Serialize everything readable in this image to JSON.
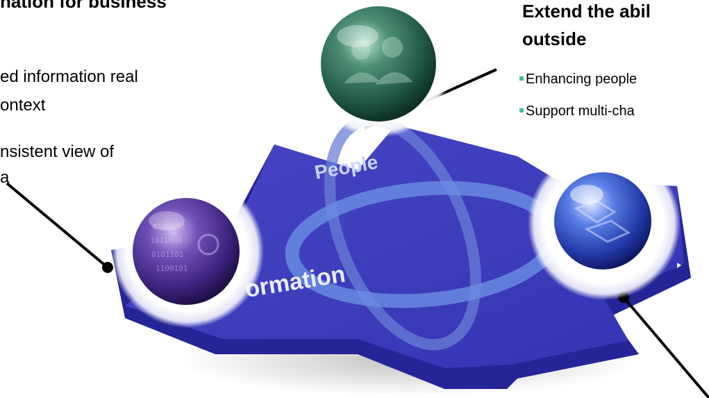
{
  "colors": {
    "platform": "#3d3dbd",
    "platform_edge": "#242496",
    "people_sphere": "#2e6e58",
    "information_sphere": "#5a3a9e",
    "process_sphere": "#3a5fd0",
    "bullet": "#4bb8a5"
  },
  "left_panel": {
    "heading_partial": "nation for business",
    "lines": [
      "ed information real",
      "ontext",
      "nsistent view of",
      "a"
    ]
  },
  "right_panel": {
    "heading_line1": "Extend the abil",
    "heading_line2": "outside",
    "bullets": [
      "Enhancing people",
      "Support multi-cha"
    ]
  },
  "platform": {
    "label_people": "People",
    "label_information": "ormation"
  },
  "spheres": [
    {
      "name": "people-sphere",
      "icon": "people-photo-icon"
    },
    {
      "name": "information-sphere",
      "icon": "binary-data-icon"
    },
    {
      "name": "process-sphere",
      "icon": "flow-icon"
    }
  ]
}
